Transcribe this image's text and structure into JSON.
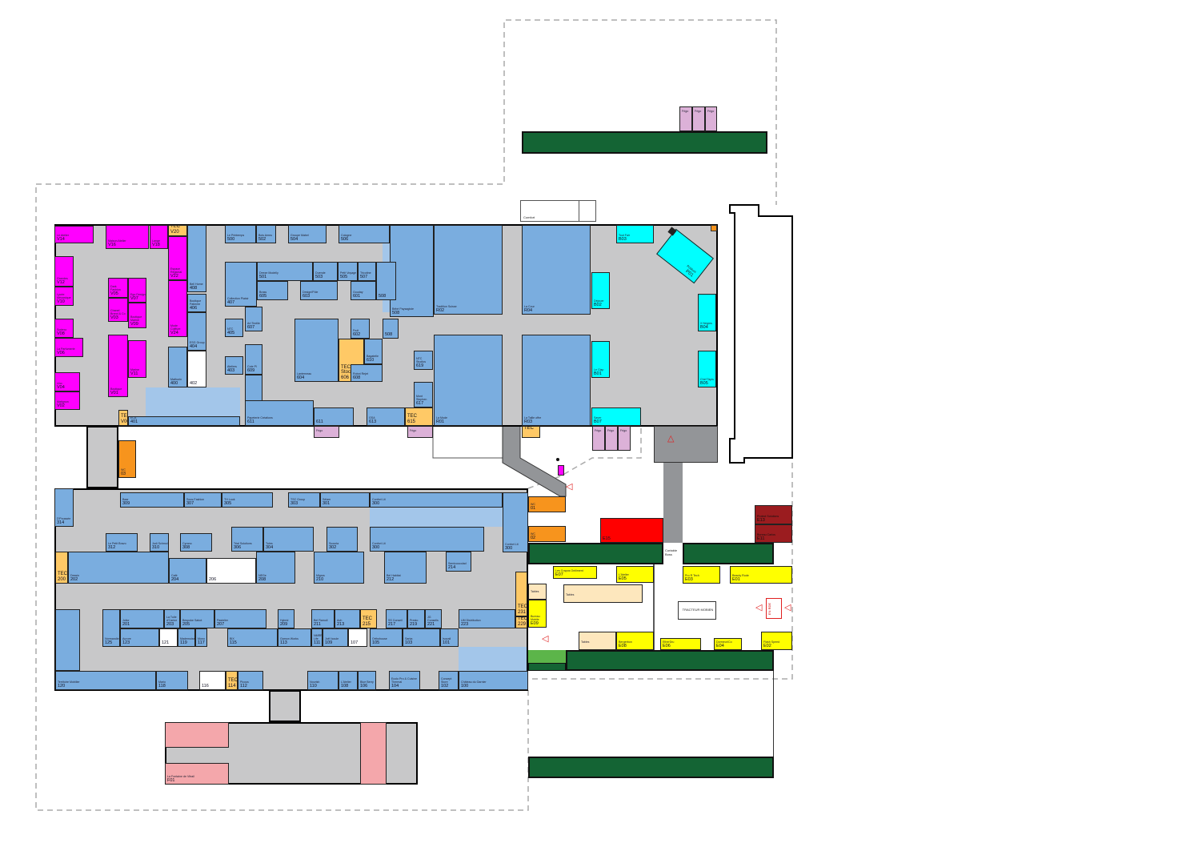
{
  "colors": {
    "shop": "#7aaddf",
    "vip": "#ff00ff",
    "tec": "#ffc966",
    "cyan": "#00ffff",
    "yellow": "#ffff00",
    "darkred": "#9b1c1f",
    "red": "#ff0000",
    "orange": "#f7941d",
    "white": "#ffffff",
    "pink": "#f4a7ab",
    "beige": "#fde7bd",
    "fridge": "#dcb1d8",
    "corridor": "#c8c8c9",
    "green": "#146434"
  },
  "rooms": [
    {
      "id": "V14",
      "name": "Le Atelier",
      "number": "V14",
      "kind": "vip"
    },
    {
      "id": "V16",
      "name": "Maison Atelier",
      "number": "V16",
      "kind": "vip"
    },
    {
      "id": "V18",
      "name": "Lange",
      "number": "V18",
      "kind": "vip"
    },
    {
      "id": "V20",
      "name": "TEC",
      "number": "V20",
      "kind": "tec"
    },
    {
      "id": "V22",
      "name": "Espace Régional",
      "number": "V22",
      "kind": "vip"
    },
    {
      "id": "V24",
      "name": "Mode Coiffure",
      "number": "V24",
      "kind": "vip"
    },
    {
      "id": "V12",
      "name": "Grandes",
      "number": "V12",
      "kind": "vip"
    },
    {
      "id": "V10",
      "name": "Lycée Mécanique",
      "number": "V10",
      "kind": "vip"
    },
    {
      "id": "V08",
      "name": "Sodexo",
      "number": "V08",
      "kind": "vip"
    },
    {
      "id": "V06",
      "name": "La Parfumerie",
      "number": "V06",
      "kind": "vip"
    },
    {
      "id": "V04",
      "name": "Uno",
      "number": "V04",
      "kind": "vip"
    },
    {
      "id": "V02",
      "name": "Matignon",
      "number": "V02",
      "kind": "vip"
    },
    {
      "id": "V05",
      "name": "Dark Fashion",
      "number": "V05",
      "kind": "vip"
    },
    {
      "id": "V07",
      "name": "Ego Design",
      "number": "V07",
      "kind": "vip"
    },
    {
      "id": "V03",
      "name": "Chanel Brand & Co",
      "number": "V03",
      "kind": "vip"
    },
    {
      "id": "V09",
      "name": "Boutique Marine",
      "number": "V09",
      "kind": "vip"
    },
    {
      "id": "V01",
      "name": "Boutique",
      "number": "V01",
      "kind": "vip"
    },
    {
      "id": "V11",
      "name": "Marine",
      "number": "V11",
      "kind": "vip"
    },
    {
      "id": "V00",
      "name": "TEC",
      "number": "V00",
      "kind": "tec"
    },
    {
      "id": "500",
      "name": "Le Printemps",
      "number": "500",
      "kind": "shop"
    },
    {
      "id": "502",
      "name": "Bois Ameu",
      "number": "502",
      "kind": "shop"
    },
    {
      "id": "504",
      "name": "Groupe Mabel",
      "number": "504",
      "kind": "shop"
    },
    {
      "id": "506",
      "name": "Cologne",
      "number": "506",
      "kind": "shop"
    },
    {
      "id": "508",
      "name": "Bébé Paysagiste",
      "number": "508",
      "kind": "shop"
    },
    {
      "id": "501",
      "name": "Deeze Modelly",
      "number": "501",
      "kind": "shop"
    },
    {
      "id": "503",
      "name": "Duende",
      "number": "503",
      "kind": "shop"
    },
    {
      "id": "505",
      "name": "Petit Voyage",
      "number": "505",
      "kind": "shop"
    },
    {
      "id": "507",
      "name": "Tricotine",
      "number": "507",
      "kind": "shop"
    },
    {
      "id": "508b",
      "name": "",
      "number": "508",
      "kind": "shop"
    },
    {
      "id": "605",
      "name": "Brass",
      "number": "605",
      "kind": "shop"
    },
    {
      "id": "603",
      "name": "Design/Pôle",
      "number": "603",
      "kind": "shop"
    },
    {
      "id": "601",
      "name": "Gouday",
      "number": "601",
      "kind": "shop"
    },
    {
      "id": "407",
      "name": "Collection Plaisir",
      "number": "407",
      "kind": "shop"
    },
    {
      "id": "607",
      "name": "Art Textile",
      "number": "607",
      "kind": "shop"
    },
    {
      "id": "405",
      "name": "NTC",
      "number": "405",
      "kind": "shop"
    },
    {
      "id": "403",
      "name": "Ateliers",
      "number": "403",
      "kind": "shop"
    },
    {
      "id": "609",
      "name": "Cote Pl",
      "number": "609",
      "kind": "shop"
    },
    {
      "id": "611a",
      "name": "Papeterie Créations",
      "number": "611",
      "kind": "shop"
    },
    {
      "id": "408",
      "name": "Bell Home",
      "number": "408",
      "kind": "shop"
    },
    {
      "id": "406",
      "name": "Boutique Patiente",
      "number": "406",
      "kind": "shop"
    },
    {
      "id": "404",
      "name": "ESG Group",
      "number": "404",
      "kind": "shop"
    },
    {
      "id": "402",
      "name": "",
      "number": "402",
      "kind": "white"
    },
    {
      "id": "400",
      "name": "Mathurin",
      "number": "400",
      "kind": "shop"
    },
    {
      "id": "401",
      "name": "ECA",
      "number": "401",
      "kind": "shop"
    },
    {
      "id": "604",
      "name": "Lanterneau",
      "number": "604",
      "kind": "shop"
    },
    {
      "id": "606",
      "name": "TEC Stock",
      "number": "606",
      "kind": "tec"
    },
    {
      "id": "602",
      "name": "Fruit",
      "number": "602",
      "kind": "shop"
    },
    {
      "id": "610",
      "name": "Bagatelle",
      "number": "610",
      "kind": "shop"
    },
    {
      "id": "608",
      "name": "Robot Rejet",
      "number": "608",
      "kind": "shop"
    },
    {
      "id": "508c",
      "name": "",
      "number": "508",
      "kind": "shop"
    },
    {
      "id": "619",
      "name": "NTC Studios",
      "number": "619",
      "kind": "shop"
    },
    {
      "id": "617",
      "name": "Mont Stephen",
      "number": "617",
      "kind": "shop"
    },
    {
      "id": "615",
      "name": "TEC",
      "number": "615",
      "kind": "tec"
    },
    {
      "id": "613",
      "name": "GSA",
      "number": "613",
      "kind": "shop"
    },
    {
      "id": "611b",
      "name": "",
      "number": "611",
      "kind": "shop"
    },
    {
      "id": "R02",
      "name": "Tradition Suisse",
      "number": "R02",
      "kind": "shop"
    },
    {
      "id": "R04",
      "name": "La Cour",
      "number": "R04",
      "kind": "shop"
    },
    {
      "id": "R01",
      "name": "La Mode",
      "number": "R01",
      "kind": "shop"
    },
    {
      "id": "R03",
      "name": "La Taille offre",
      "number": "R03",
      "kind": "shop"
    },
    {
      "id": "B03",
      "name": "Tout Fair",
      "number": "B03",
      "kind": "cyan"
    },
    {
      "id": "B02",
      "name": "Déjouer",
      "number": "B02",
      "kind": "cyan"
    },
    {
      "id": "B04",
      "name": "X Nègres",
      "number": "B04",
      "kind": "cyan"
    },
    {
      "id": "B01",
      "name": "Le Clap",
      "number": "B01",
      "kind": "cyan"
    },
    {
      "id": "B05",
      "name": "Chef Tapis",
      "number": "B05",
      "kind": "cyan"
    },
    {
      "id": "B07",
      "name": "Saver",
      "number": "B07",
      "kind": "cyan"
    },
    {
      "id": "TECR",
      "name": "TEC",
      "number": "",
      "kind": "tec"
    },
    {
      "id": "FA1",
      "name": "Frigo",
      "number": "",
      "kind": "fridge"
    },
    {
      "id": "FA2",
      "name": "Frigo",
      "number": "",
      "kind": "fridge"
    },
    {
      "id": "FA3",
      "name": "Frigo",
      "number": "",
      "kind": "fridge"
    },
    {
      "id": "FT1",
      "name": "Frigo",
      "number": "",
      "kind": "fridge"
    },
    {
      "id": "FT2",
      "name": "Frigo",
      "number": "",
      "kind": "fridge"
    },
    {
      "id": "FT3",
      "name": "Frigo",
      "number": "",
      "kind": "fridge"
    },
    {
      "id": "FS1",
      "name": "Frigo",
      "number": "",
      "kind": "fridge"
    },
    {
      "id": "FS2",
      "name": "Frigo",
      "number": "",
      "kind": "fridge"
    },
    {
      "id": "WC03",
      "name": "WC",
      "number": "03",
      "kind": "orange"
    },
    {
      "id": "314",
      "name": "D'Poussée",
      "number": "314",
      "kind": "shop"
    },
    {
      "id": "309",
      "name": "Baar",
      "number": "309",
      "kind": "shop"
    },
    {
      "id": "307",
      "name": "Sous-Fashion",
      "number": "307",
      "kind": "shop"
    },
    {
      "id": "305",
      "name": "TH Look",
      "number": "305",
      "kind": "shop"
    },
    {
      "id": "303",
      "name": "TSC Group",
      "number": "303",
      "kind": "shop"
    },
    {
      "id": "301",
      "name": "Sélam",
      "number": "301",
      "kind": "shop"
    },
    {
      "id": "300a",
      "name": "Confort Lit",
      "number": "300",
      "kind": "shop"
    },
    {
      "id": "300c",
      "name": "Confort Lit",
      "number": "300",
      "kind": "shop"
    },
    {
      "id": "312",
      "name": "Le Petit Bravo",
      "number": "312",
      "kind": "shop"
    },
    {
      "id": "310",
      "name": "Jodi Schmol",
      "number": "310",
      "kind": "shop"
    },
    {
      "id": "308",
      "name": "Cyrano",
      "number": "308",
      "kind": "shop"
    },
    {
      "id": "306",
      "name": "Trial Solutions",
      "number": "306",
      "kind": "shop"
    },
    {
      "id": "304",
      "name": "Tules",
      "number": "304",
      "kind": "shop"
    },
    {
      "id": "302",
      "name": "Scouria",
      "number": "302",
      "kind": "shop"
    },
    {
      "id": "300b",
      "name": "Confort Lit",
      "number": "300",
      "kind": "shop"
    },
    {
      "id": "200",
      "name": "TEC",
      "number": "200",
      "kind": "tec"
    },
    {
      "id": "202",
      "name": "Dessin",
      "number": "202",
      "kind": "shop"
    },
    {
      "id": "204",
      "name": "Café",
      "number": "204",
      "kind": "shop"
    },
    {
      "id": "206",
      "name": "",
      "number": "206",
      "kind": "white"
    },
    {
      "id": "208",
      "name": "NEGe",
      "number": "208",
      "kind": "shop"
    },
    {
      "id": "210",
      "name": "Migros",
      "number": "210",
      "kind": "shop"
    },
    {
      "id": "212",
      "name": "Bel Habitat",
      "number": "212",
      "kind": "shop"
    },
    {
      "id": "214",
      "name": "Semicoocolad",
      "number": "214",
      "kind": "shop"
    },
    {
      "id": "231",
      "name": "TEC",
      "number": "231",
      "kind": "tec"
    },
    {
      "id": "229",
      "name": "TEC",
      "number": "229",
      "kind": "tec"
    },
    {
      "id": "125",
      "name": "Normandie",
      "number": "125",
      "kind": "shop"
    },
    {
      "id": "201",
      "name": "Jolior",
      "number": "201",
      "kind": "shop"
    },
    {
      "id": "203",
      "name": "La Tulle d'Carine",
      "number": "203",
      "kind": "shop"
    },
    {
      "id": "205",
      "name": "Bespoke Sabot",
      "number": "205",
      "kind": "shop"
    },
    {
      "id": "207",
      "name": "Pastelier",
      "number": "207",
      "kind": "shop"
    },
    {
      "id": "209",
      "name": "Hybrid",
      "number": "209",
      "kind": "shop"
    },
    {
      "id": "211",
      "name": "Bel Ramoll",
      "number": "211",
      "kind": "shop"
    },
    {
      "id": "213",
      "name": "Aoh",
      "number": "213",
      "kind": "shop"
    },
    {
      "id": "215",
      "name": "TEC",
      "number": "215",
      "kind": "tec"
    },
    {
      "id": "217",
      "name": "SS Conseil",
      "number": "217",
      "kind": "shop"
    },
    {
      "id": "219",
      "name": "Presto",
      "number": "219",
      "kind": "shop"
    },
    {
      "id": "221",
      "name": "JG Conseils",
      "number": "221",
      "kind": "shop"
    },
    {
      "id": "223",
      "name": "UM Distribution",
      "number": "223",
      "kind": "shop"
    },
    {
      "id": "123",
      "name": "Aurore",
      "number": "123",
      "kind": "shop"
    },
    {
      "id": "121",
      "name": "",
      "number": "121",
      "kind": "white"
    },
    {
      "id": "119",
      "name": "Mademoiselle",
      "number": "119",
      "kind": "shop"
    },
    {
      "id": "117",
      "name": "Mono",
      "number": "117",
      "kind": "shop"
    },
    {
      "id": "115",
      "name": "BIX",
      "number": "115",
      "kind": "shop"
    },
    {
      "id": "113",
      "name": "Gamon Works",
      "number": "113",
      "kind": "shop"
    },
    {
      "id": "111",
      "name": "NMRR Life",
      "number": "111",
      "kind": "shop"
    },
    {
      "id": "109",
      "name": "Joël Icoule",
      "number": "109",
      "kind": "shop"
    },
    {
      "id": "107",
      "name": "",
      "number": "107",
      "kind": "white"
    },
    {
      "id": "105",
      "name": "Orthohouse",
      "number": "105",
      "kind": "shop"
    },
    {
      "id": "103",
      "name": "Sarka",
      "number": "103",
      "kind": "shop"
    },
    {
      "id": "101",
      "name": "Isozail",
      "number": "101",
      "kind": "shop"
    },
    {
      "id": "120",
      "name": "Territoire Mobilier",
      "number": "120",
      "kind": "shop"
    },
    {
      "id": "118",
      "name": "Mario",
      "number": "118",
      "kind": "shop"
    },
    {
      "id": "116",
      "name": "",
      "number": "116",
      "kind": "white"
    },
    {
      "id": "114",
      "name": "TEC",
      "number": "114",
      "kind": "tec"
    },
    {
      "id": "112",
      "name": "Picous",
      "number": "112",
      "kind": "shop"
    },
    {
      "id": "110",
      "name": "Nourish",
      "number": "110",
      "kind": "shop"
    },
    {
      "id": "108",
      "name": "L'Atelier",
      "number": "108",
      "kind": "shop"
    },
    {
      "id": "106",
      "name": "Blue Berry",
      "number": "106",
      "kind": "shop"
    },
    {
      "id": "104",
      "name": "Ecolo Pro & Cuisine Thermal",
      "number": "104",
      "kind": "shop"
    },
    {
      "id": "102",
      "name": "Concept Store",
      "number": "102",
      "kind": "shop"
    },
    {
      "id": "100",
      "name": "Château du Garnier",
      "number": "100",
      "kind": "shop"
    },
    {
      "id": "WC01",
      "name": "WC",
      "number": "01",
      "kind": "orange"
    },
    {
      "id": "WC02",
      "name": "WC",
      "number": "02",
      "kind": "orange"
    },
    {
      "id": "E15",
      "name": "",
      "number": "E15",
      "kind": "red"
    },
    {
      "id": "E13",
      "name": "Protect Solutions",
      "number": "E13",
      "kind": "darkred"
    },
    {
      "id": "E11",
      "name": "Bureau Carlos",
      "number": "E11",
      "kind": "darkred"
    },
    {
      "id": "E07",
      "name": "Les Crapos Ontiiment",
      "number": "E07",
      "kind": "yellow"
    },
    {
      "id": "E05",
      "name": "L'Atelier",
      "number": "E05",
      "kind": "yellow"
    },
    {
      "id": "E03",
      "name": "Pro R Tech",
      "number": "E03",
      "kind": "yellow"
    },
    {
      "id": "E01",
      "name": "Beauty Rode",
      "number": "E01",
      "kind": "yellow"
    },
    {
      "id": "E09",
      "name": "Bureau Mobile",
      "number": "E09",
      "kind": "yellow"
    },
    {
      "id": "E08",
      "name": "Bergerbon",
      "number": "E08",
      "kind": "yellow"
    },
    {
      "id": "E06",
      "name": "EtherDru",
      "number": "E06",
      "kind": "yellow"
    },
    {
      "id": "E04",
      "name": "Dormeur/Co",
      "number": "E04",
      "kind": "yellow"
    },
    {
      "id": "E02",
      "name": "Flash Speed",
      "number": "E02",
      "kind": "yellow"
    },
    {
      "id": "T1",
      "name": "Tables",
      "number": "",
      "kind": "beige"
    },
    {
      "id": "T2",
      "name": "Tables",
      "number": "",
      "kind": "beige"
    },
    {
      "id": "T3",
      "name": "Tables",
      "number": "",
      "kind": "beige"
    },
    {
      "id": "F01",
      "name": "La Fontaine de Vitrail",
      "number": "F01",
      "kind": "pink"
    },
    {
      "id": "F02",
      "name": "",
      "number": "",
      "kind": "pink"
    },
    {
      "id": "F03",
      "name": "",
      "number": "",
      "kind": "pink"
    }
  ],
  "labels": {
    "pavilion": "P01",
    "pavilion_name": "Podium",
    "comfort": "Comfort",
    "comfort_boss": "Cortable Boss",
    "tracteur": "TRACTEUR MOBIEN",
    "entree": "EN RDE"
  }
}
